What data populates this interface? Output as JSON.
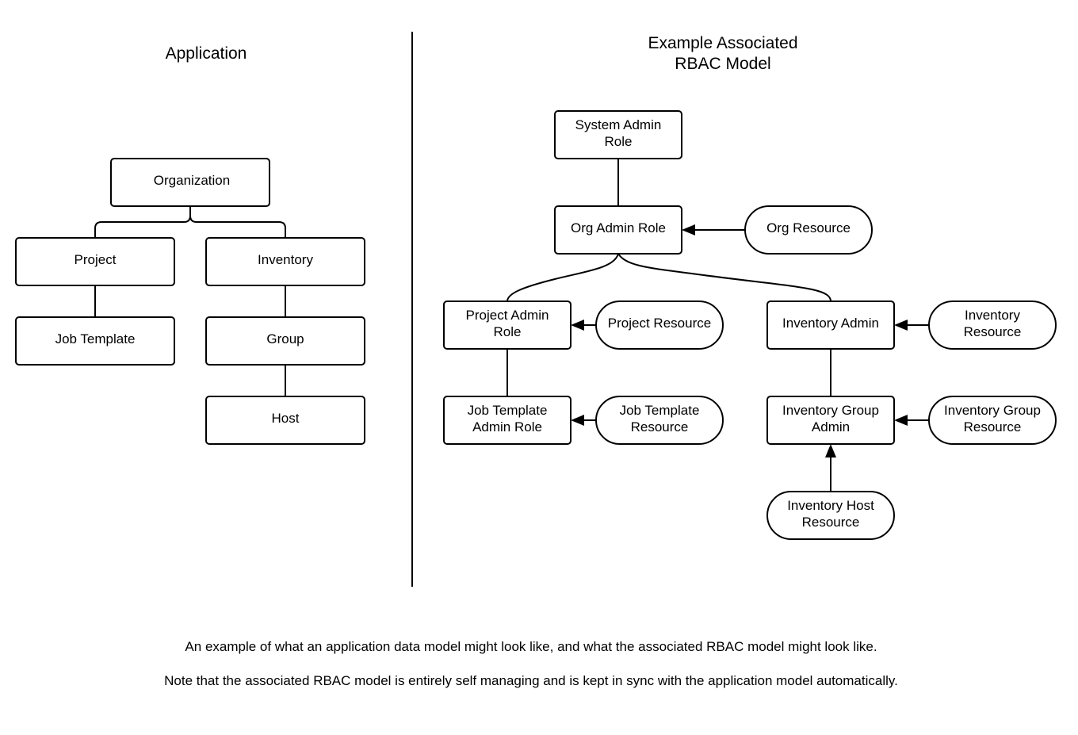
{
  "titles": {
    "application": "Application",
    "rbac_line1": "Example Associated",
    "rbac_line2": "RBAC Model"
  },
  "application": {
    "organization": "Organization",
    "project": "Project",
    "inventory": "Inventory",
    "job_template": "Job Template",
    "group": "Group",
    "host": "Host"
  },
  "rbac": {
    "system_admin_role": [
      "System Admin",
      "Role"
    ],
    "org_admin_role": "Org Admin Role",
    "org_resource": "Org Resource",
    "project_admin_role": [
      "Project Admin",
      "Role"
    ],
    "project_resource": "Project Resource",
    "inventory_admin": "Inventory Admin",
    "inventory_resource": [
      "Inventory",
      "Resource"
    ],
    "job_template_admin_role": [
      "Job Template",
      "Admin Role"
    ],
    "job_template_resource": [
      "Job Template",
      "Resource"
    ],
    "inventory_group_admin": [
      "Inventory Group",
      "Admin"
    ],
    "inventory_group_resource": [
      "Inventory Group",
      "Resource"
    ],
    "inventory_host_resource": [
      "Inventory Host",
      "Resource"
    ]
  },
  "captions": {
    "line1": "An example of what an application data model might look like, and what the associated RBAC model might look like.",
    "line2": "Note that the associated RBAC model is entirely self managing and is kept in sync with the application model automatically."
  }
}
